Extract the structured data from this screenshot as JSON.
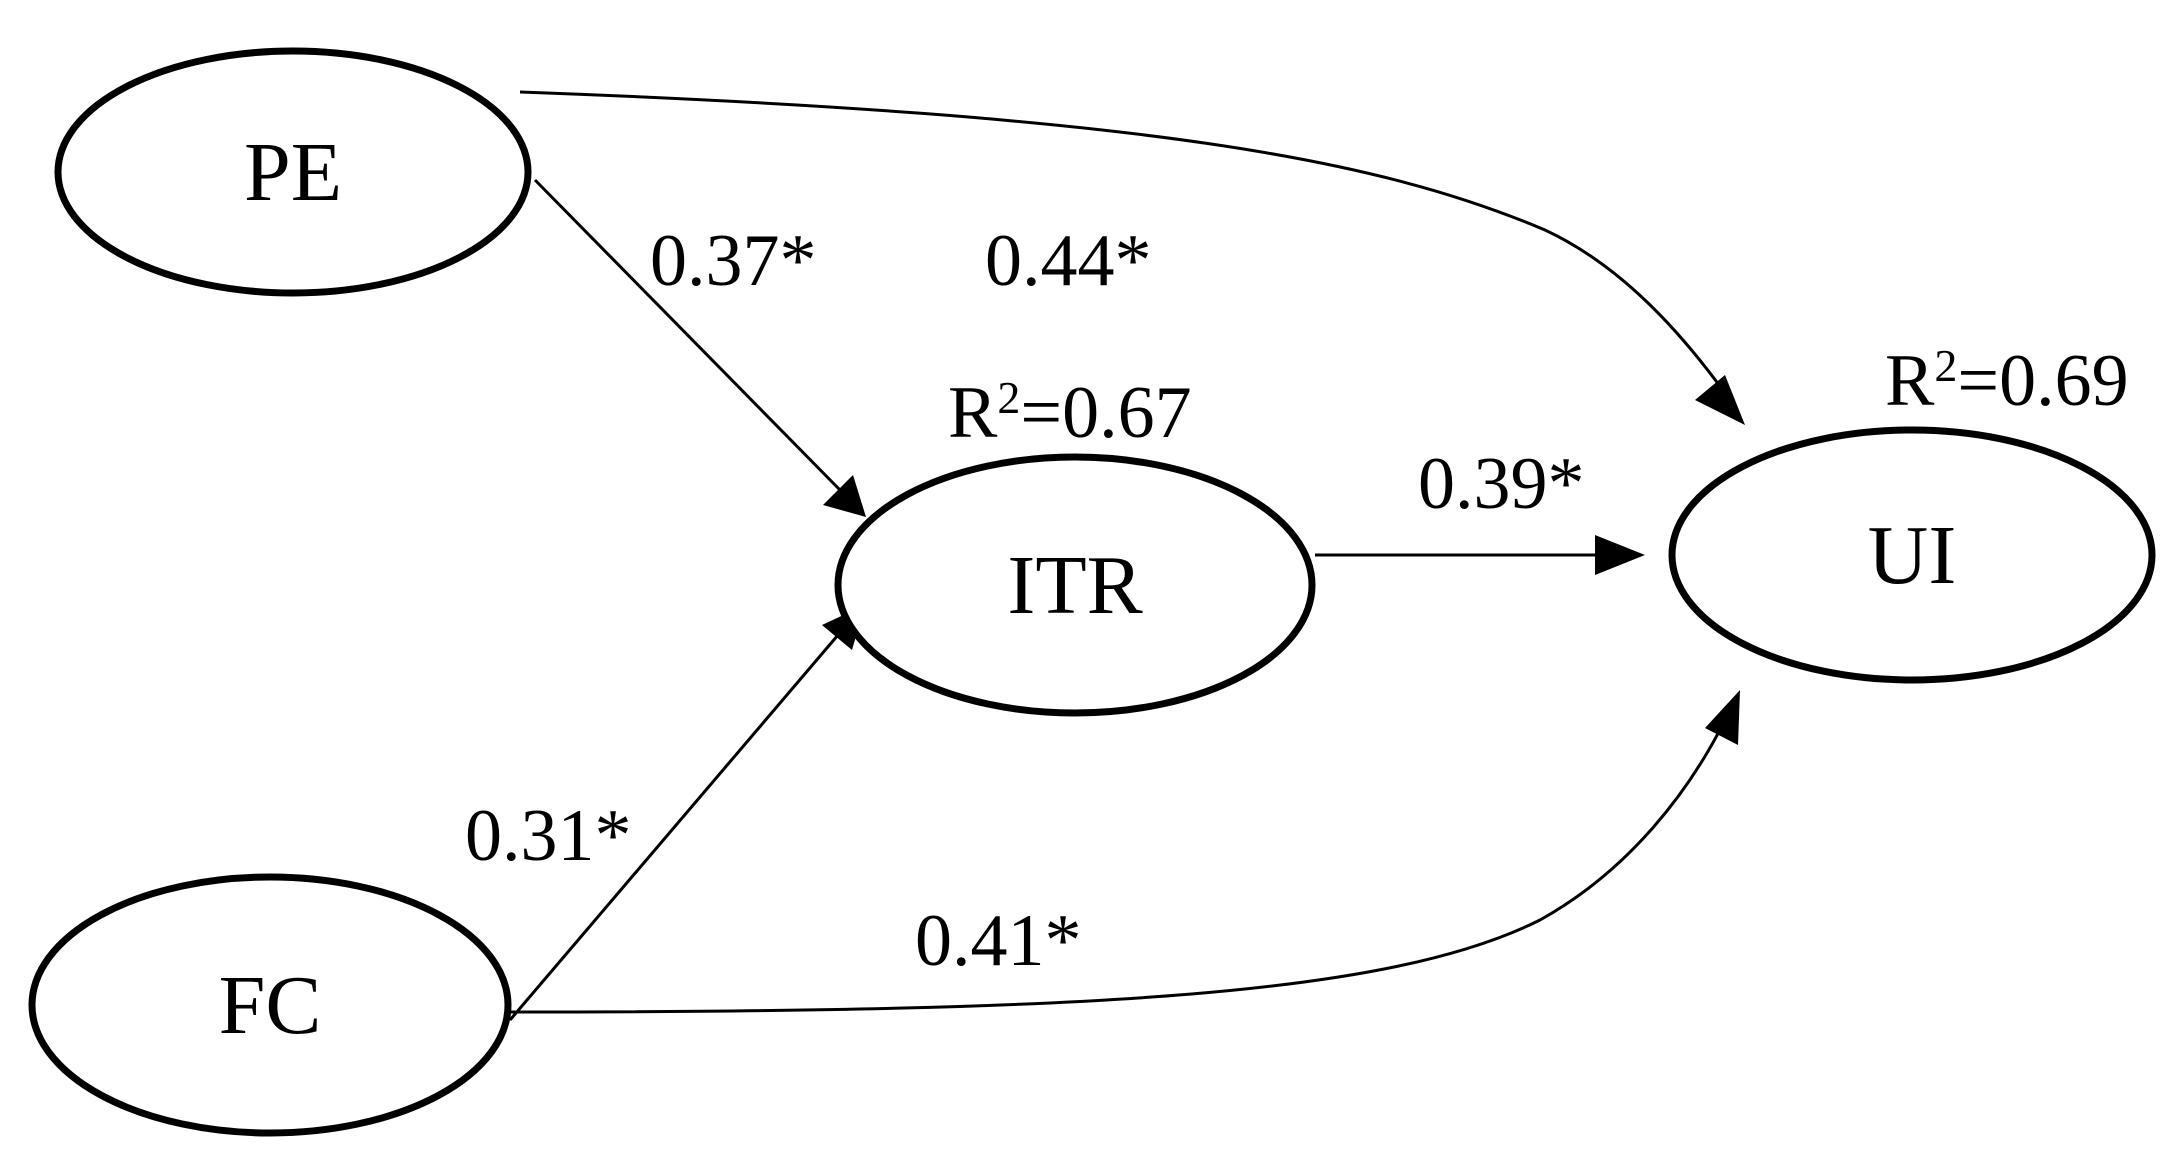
{
  "nodes": {
    "pe": {
      "label": "PE"
    },
    "fc": {
      "label": "FC"
    },
    "itr": {
      "label": "ITR",
      "r_squared": {
        "prefix": "R",
        "sup": "2",
        "value": "=0.67"
      }
    },
    "ui": {
      "label": "UI",
      "r_squared": {
        "prefix": "R",
        "sup": "2",
        "value": "=0.69"
      }
    }
  },
  "edges": {
    "pe_itr": {
      "label": "0.37*"
    },
    "pe_ui": {
      "label": "0.44*"
    },
    "itr_ui": {
      "label": "0.39*"
    },
    "fc_itr": {
      "label": "0.31*"
    },
    "fc_ui": {
      "label": "0.41*"
    }
  }
}
